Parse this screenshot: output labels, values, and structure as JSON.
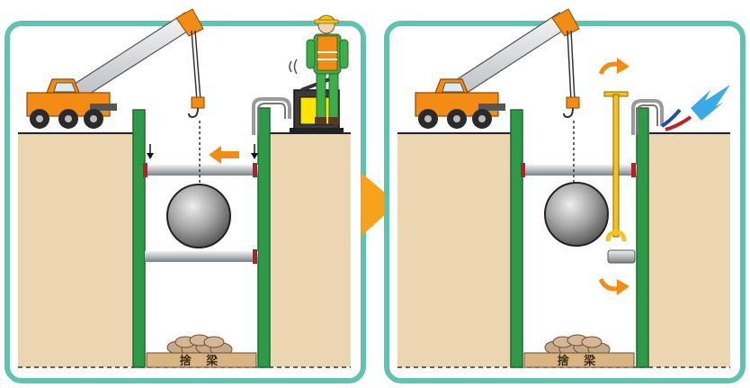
{
  "colors": {
    "frame": "#5fc3ad",
    "soil": "#ecd6b2",
    "sheet_pile": "#2e9a48",
    "sheet_pile_edge": "#1d6b30",
    "strut": "#b8bcc0",
    "bracket": "#b0202a",
    "pipe_dark": "#6a6a6a",
    "pipe_light": "#e6e6e6",
    "beam": "#d9b483",
    "stone": "#c7a98a",
    "crane_body": "#f28c14",
    "crane_boom": "#d9dcdf",
    "arrow_orange": "#f28c14",
    "chevron": "#f7a21b",
    "puller_yellow": "#ffe400",
    "hose": "#9a9a9a",
    "worker_suit": "#3fae49",
    "worker_vest": "#f28c14",
    "helmet": "#f7c21b",
    "water_blue": "#3aa9e6"
  },
  "panels": [
    {
      "name": "left",
      "icons": [
        "crane-icon",
        "worker-icon",
        "hydraulic-unit-icon",
        "left-arrow-icon",
        "down-arrow-icon"
      ],
      "beam_label": "捨 梁"
    },
    {
      "name": "right",
      "icons": [
        "crane-icon",
        "rotate-arrow-icon",
        "water-jet-icon"
      ],
      "beam_label": "捨 梁"
    }
  ],
  "separator_icon": "chevron-right-icon"
}
